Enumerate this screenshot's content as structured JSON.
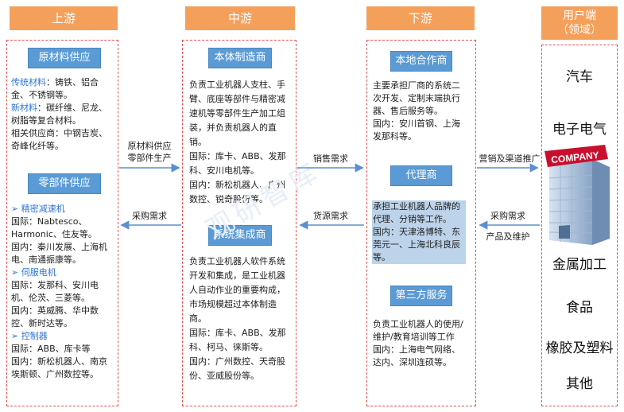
{
  "headers": {
    "upstream": "上游",
    "midstream": "中游",
    "downstream": "下游",
    "user_l1": "用户端",
    "user_l2": "（领域）"
  },
  "upstream": {
    "raw_title": "原材料供应",
    "raw_lines": [
      {
        "hl": "传统材料",
        "rest": "：铸铁、铝合"
      },
      {
        "hl": "",
        "rest": "金、不锈钢等。"
      },
      {
        "hl": "新材料",
        "rest": "：碳纤维、尼龙、"
      },
      {
        "hl": "",
        "rest": "树脂等复合材料。"
      },
      {
        "hl": "",
        "rest": "相关供应商：中钢吉炭、"
      },
      {
        "hl": "",
        "rest": "奇峰化纤等。"
      }
    ],
    "parts_title": "零部件供应",
    "parts_lines": [
      {
        "hl": "➢ 精密减速机",
        "rest": ""
      },
      {
        "hl": "",
        "rest": "国际：Nabtesco、"
      },
      {
        "hl": "",
        "rest": "Harmonic、住友等。"
      },
      {
        "hl": "",
        "rest": "国内：秦川发展、上海机"
      },
      {
        "hl": "",
        "rest": "电、南通振康等。"
      },
      {
        "hl": "➢ 伺服电机",
        "rest": ""
      },
      {
        "hl": "",
        "rest": "国际：发那科、安川电"
      },
      {
        "hl": "",
        "rest": "机、伦茨、三菱等。"
      },
      {
        "hl": "",
        "rest": "国内：英威腾、华中数"
      },
      {
        "hl": "",
        "rest": "控、新时达等。"
      },
      {
        "hl": "➢ 控制器",
        "rest": ""
      },
      {
        "hl": "",
        "rest": "国际：ABB、库卡等"
      },
      {
        "hl": "",
        "rest": "国内：新松机器人、南京"
      },
      {
        "hl": "",
        "rest": "埃斯顿、广州数控等。"
      }
    ]
  },
  "midstream": {
    "body_title": "本体制造商",
    "body_lines": [
      "负责工业机器人支柱、手",
      "臂、底座等部件与精密减",
      "速机等零部件生产加工组",
      "装，并负责机器人的直",
      "销。",
      "国际：库卡、ABB、发那",
      "科、安川电机等。",
      "国内：新松机器人、广州",
      "数控、锐奇股份等。"
    ],
    "integ_title": "系统集成商",
    "integ_lines": [
      "负责工业机器人软件系统",
      "开发和集成，是工业机器",
      "人自动作业的重要构成，",
      "市场规模超过本体制造",
      "商。",
      "国际：库卡、ABB、发那",
      "科、柯马、徕斯等。",
      "国内：广州数控、天奇股",
      "份、亚威股份等。"
    ]
  },
  "downstream": {
    "local_title": "本地合作商",
    "local_lines": [
      "主要承担厂商的系统二",
      "次开发、定制末端执行",
      "器、售后服务等。",
      "国内：安川首钢、上海",
      "发那科等。"
    ],
    "agent_title": "代理商",
    "agent_lines": [
      "承担工业机器人品牌的",
      "代理、分销等工作。",
      "国内：天津洛博特、东",
      "莞元一、上海北科良辰",
      "等。"
    ],
    "third_title": "第三方服务",
    "third_lines": [
      "负责工业机器人的使用/",
      "维护/教育培训等工作",
      "国内：上海电气网络、",
      "达内、深圳连硕等。"
    ]
  },
  "arrows": {
    "raw_supply_l1": "原材料供应",
    "raw_supply_l2": "零部件生产",
    "purchase_demand_1": "采购需求",
    "sales_demand": "销售需求",
    "supply_demand": "货源需求",
    "marketing": "营销及渠道推广",
    "purchase_demand_2": "采购需求",
    "product_maint": "产品及维护"
  },
  "building_sign": "COMPANY",
  "domains": [
    "汽车",
    "电子电气",
    "金属加工",
    "食品",
    "橡胶及塑料",
    "其他"
  ],
  "watermark": "观研智库",
  "colors": {
    "header": "#f5a05a",
    "box": "#5b9bd5",
    "highlight_text": "#2e75d6",
    "dashed": "#e05050",
    "arrow": "#5b8fd0"
  }
}
